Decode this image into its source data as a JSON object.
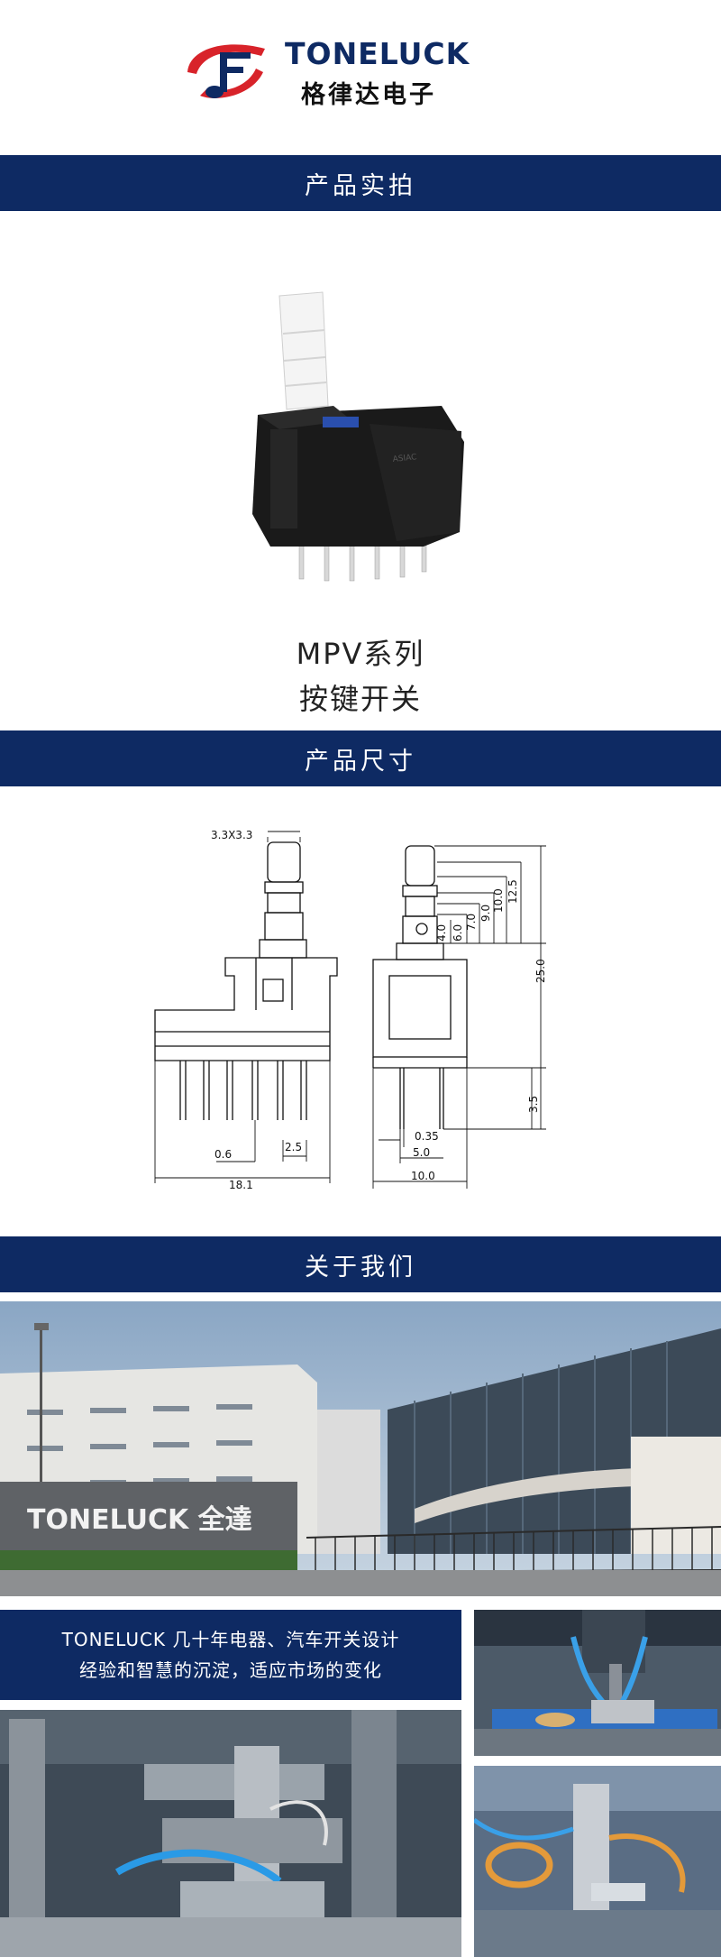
{
  "brand": {
    "name_en": "TONELUCK",
    "name_cn": "格律达电子"
  },
  "sections": {
    "photo": "产品实拍",
    "dimensions": "产品尺寸",
    "about": "关于我们"
  },
  "product": {
    "series": "MPV系列",
    "type": "按键开关"
  },
  "drawing": {
    "labels": {
      "cap_size": "3.3X3.3",
      "d_06": "0.6",
      "d_25_pitch": "2.5",
      "d_181": "18.1",
      "d_035": "0.35",
      "d_50": "5.0",
      "d_100_w": "10.0",
      "d_40": "4.0",
      "d_60": "6.0",
      "d_70": "7.0",
      "d_90": "9.0",
      "d_100_h": "10.0",
      "d_125": "12.5",
      "d_250": "25.0",
      "d_35": "3.5"
    }
  },
  "factory": {
    "sign": "TONELUCK 全達"
  },
  "about": {
    "line1": "TONELUCK 几十年电器、汽车开关设计",
    "line2": "经验和智慧的沉淀，适应市场的变化"
  },
  "colors": {
    "brand_navy": "#0e2a63",
    "brand_red": "#d8232a"
  }
}
